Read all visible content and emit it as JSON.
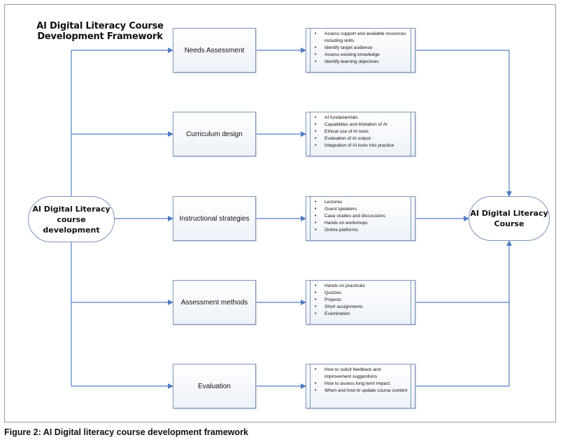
{
  "title": "AI Digital Literacy Course Development Framework",
  "start_node": "AI Digital Literacy course development",
  "end_node": "AI Digital Literacy Course",
  "caption": "Figure 2: AI Digital literacy course development framework",
  "stages": [
    {
      "label": "Needs Assessment",
      "details": [
        "Assess support and available resources including skills",
        "Identify target audience",
        "Assess existing knowledge",
        "Identify learning objectives"
      ]
    },
    {
      "label": "Curriculum design",
      "details": [
        "AI fundamentals",
        "Capabilities and limitation of AI",
        "Ethical use of AI tools",
        "Evaluation of AI output",
        "Integration of AI tools into practice"
      ]
    },
    {
      "label": "Instructional strategies",
      "details": [
        "Lectures",
        "Guest speakers",
        "Case studies and discussions",
        "Hands on workshops",
        "Online platforms"
      ]
    },
    {
      "label": "Assessment methods",
      "details": [
        "Hands on practicals",
        "Quizzes",
        "Projects",
        "Short assignments",
        "Examination"
      ]
    },
    {
      "label": "Evaluation",
      "details": [
        "How to solicit feedback and improvement suggestions",
        "How to assess long term impact",
        "When and how to update course content"
      ]
    }
  ],
  "colors": {
    "line": "#4f7ec4",
    "box_border": "#7d95b8"
  }
}
